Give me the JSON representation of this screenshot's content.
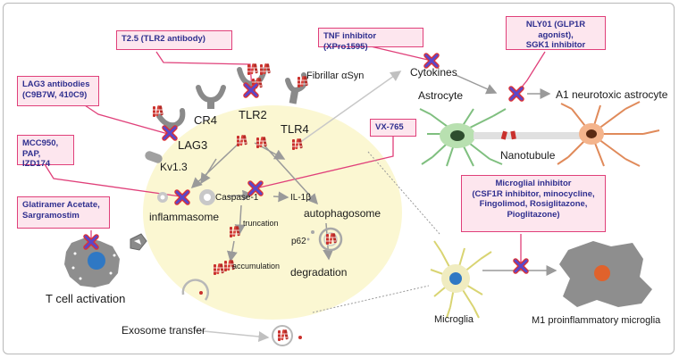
{
  "drugs": {
    "t25": "T2.5 (TLR2 antibody)",
    "tnf": "TNF inhibitor (XPro1595)",
    "nly01_line1": "NLY01 (GLP1R agonist),",
    "nly01_line2": "SGK1 inhibitor",
    "lag3_line1": "LAG3 antibodies",
    "lag3_line2": "(C9B7W, 410C9)",
    "mcc_line1": "MCC950, PAP,",
    "mcc_line2": "IZD174",
    "vx765": "VX-765",
    "glat_line1": "Glatiramer Acetate,",
    "glat_line2": "Sargramostim",
    "micro_line1": "Microglial inhibitor",
    "micro_line2": "(CSF1R inhibitor, minocycline,",
    "micro_line3": "Fingolimod, Rosiglitazone,",
    "micro_line4": "Pioglitazone)"
  },
  "labels": {
    "fibrillar": "Fibrillar αSyn",
    "cr4": "CR4",
    "tlr2": "TLR2",
    "tlr4": "TLR4",
    "lag3": "LAG3",
    "kv13": "Kv1.3",
    "inflammasome": "inflammasome",
    "caspase": "Caspase-1",
    "il1b": "IL-1β",
    "truncation": "truncation",
    "accumulation": "accumulation",
    "autophagosome": "autophagosome",
    "p62": "p62",
    "degradation": "degradation",
    "cytokines": "Cytokines",
    "astrocyte": "Astrocyte",
    "a1": "A1 neurotoxic astrocyte",
    "nanotubule": "Nanotubule",
    "tcell": "T cell activation",
    "exosome": "Exosome transfer",
    "microglia": "Microglia",
    "m1": "M1 proinflammatory microglia"
  },
  "colors": {
    "box_border": "#e0407a",
    "box_fill": "#fde6ee",
    "box_text": "#2f2f8f",
    "cell_fill": "#fbf7d2",
    "inhibit_x": "#6a4fd0",
    "inhibit_x_outline": "#e03131",
    "synuclein": "#c9302c",
    "nucleus_blue": "#2f78c4",
    "nucleus_orange": "#e0622c"
  },
  "icons": [
    "inhibition-x-icon",
    "receptor-icon",
    "synuclein-fibril-icon",
    "arrow-icon",
    "astrocyte-icon",
    "microglia-icon",
    "tcell-icon",
    "vesicle-icon"
  ]
}
